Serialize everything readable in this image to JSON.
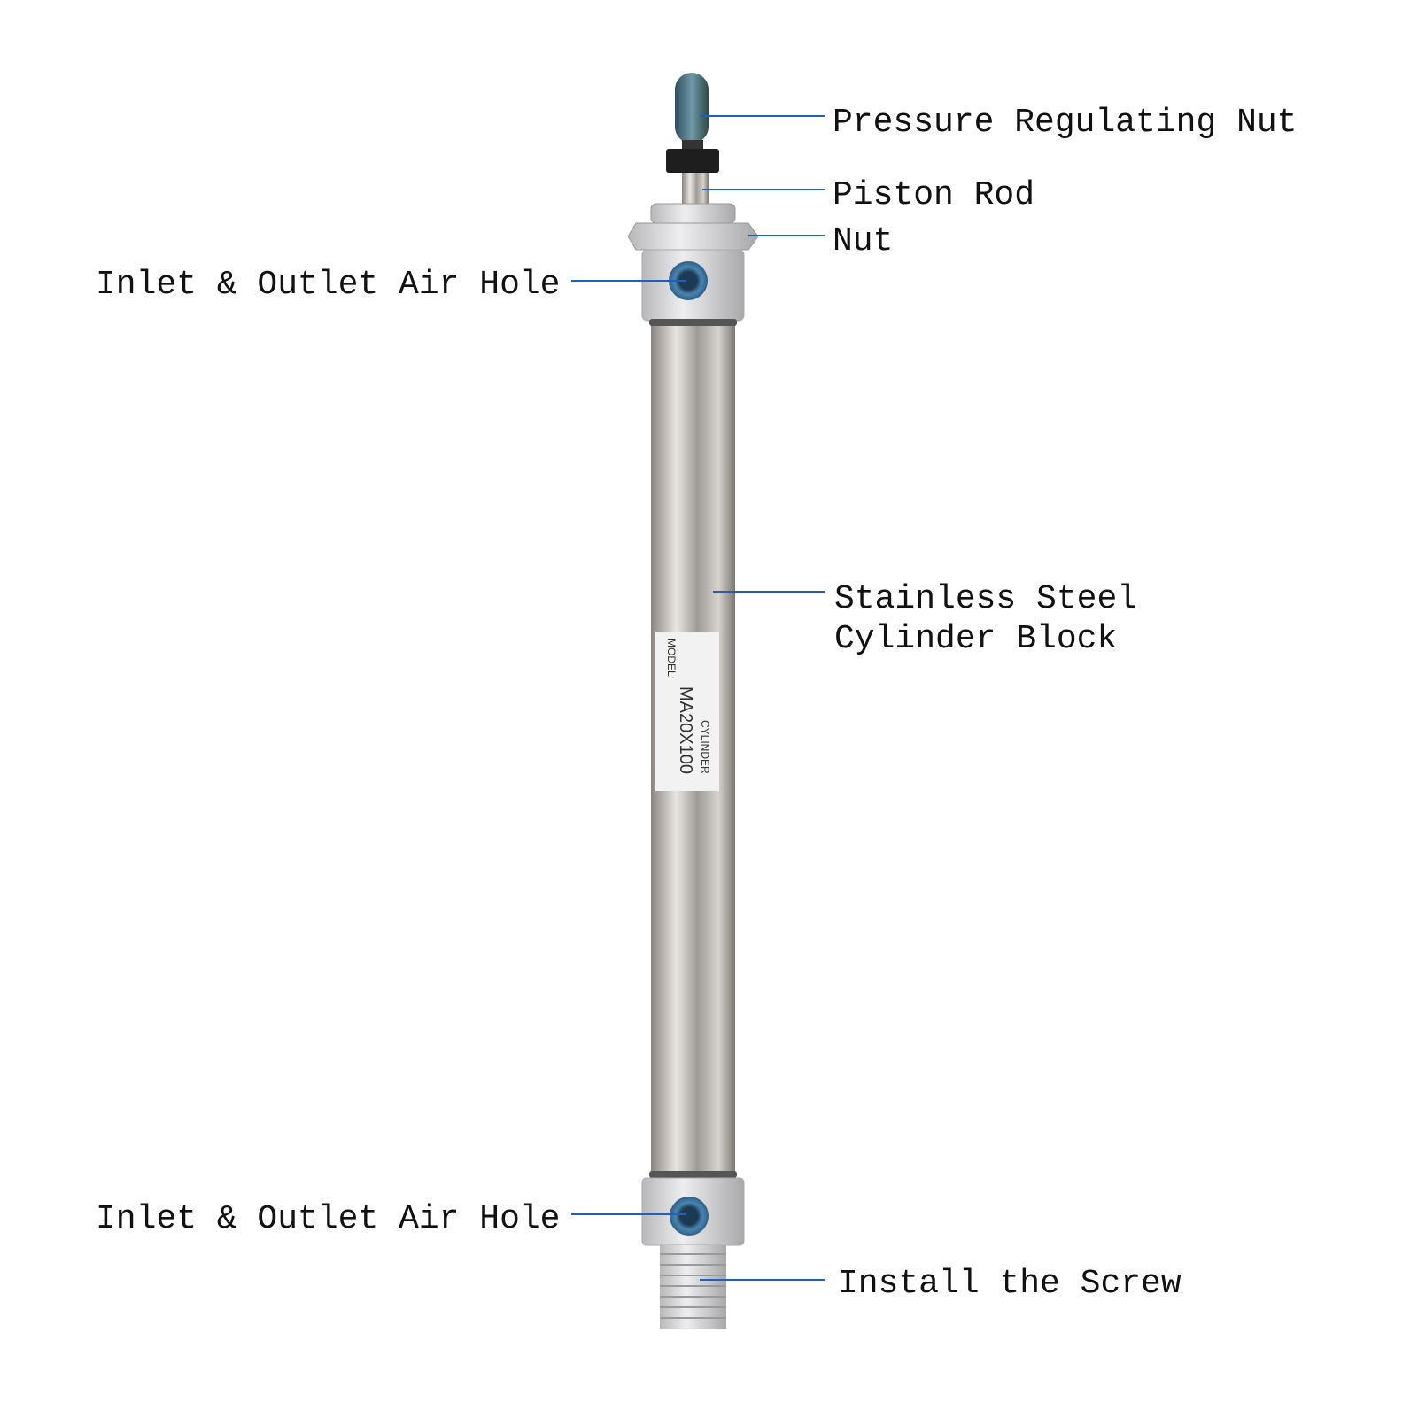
{
  "labels": {
    "pressure_nut": "Pressure Regulating Nut",
    "piston_rod": "Piston Rod",
    "nut": "Nut",
    "air_hole_top": "Inlet & Outlet Air Hole",
    "cylinder_line1": "Stainless Steel",
    "cylinder_line2": "Cylinder Block",
    "air_hole_bottom": "Inlet & Outlet Air Hole",
    "screw": "Install the Screw"
  },
  "product_tag": {
    "model_label": "MODEL:",
    "model": "MA20X100",
    "type": "CYLINDER"
  },
  "colors": {
    "leader": "#1f5fbf",
    "cap": "#4e7a8c",
    "steel": "#bdbdbd"
  }
}
